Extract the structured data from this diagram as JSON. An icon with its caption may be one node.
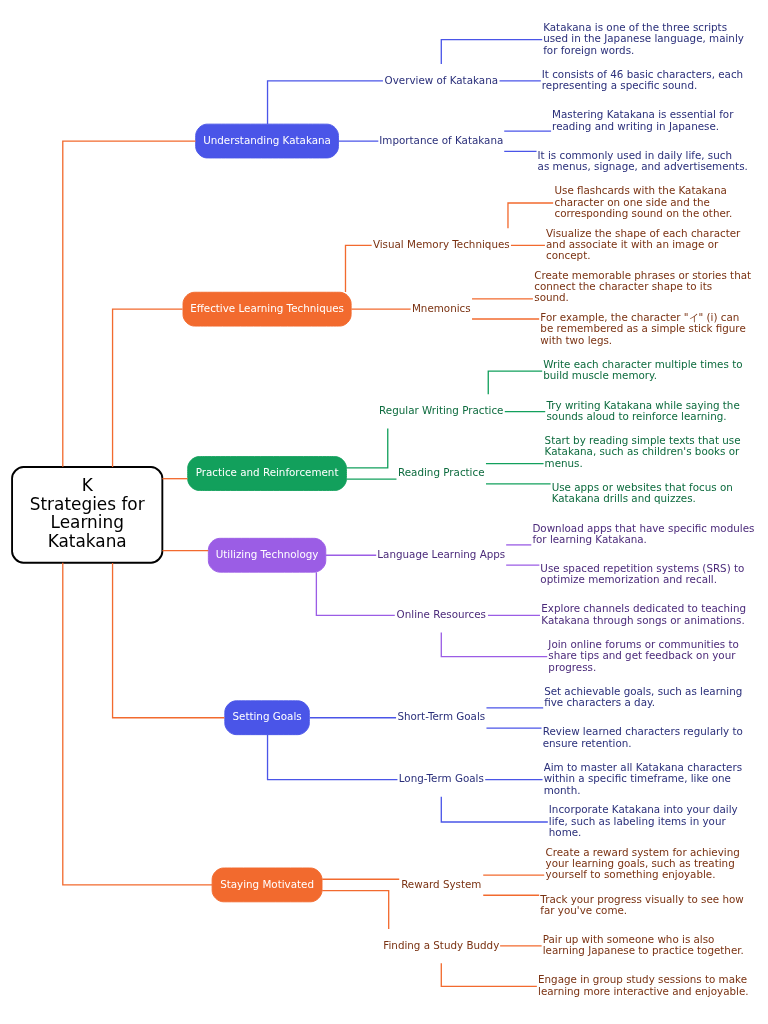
{
  "diagram": {
    "nodes": [
      {
        "text": [
          "K",
          "Strategies for Learning Katakana"
        ]
      },
      {
        "text": [
          "Understanding Katakana"
        ]
      },
      {
        "text": [
          "Overview of Katakana"
        ]
      },
      {
        "text": [
          "Katakana is one of the three scripts used in the Japanese language, mainly for foreign words."
        ]
      },
      {
        "text": [
          "It consists of 46 basic characters, each representing a specific sound."
        ]
      },
      {
        "text": [
          "Importance of Katakana"
        ]
      },
      {
        "text": [
          "Mastering Katakana is essential for reading and writing in Japanese."
        ]
      },
      {
        "text": [
          "It is commonly used in daily life, such as menus, signage, and advertisements."
        ]
      },
      {
        "text": [
          "Effective Learning Techniques"
        ]
      },
      {
        "text": [
          "Visual Memory Techniques"
        ]
      },
      {
        "text": [
          "Use flashcards with the Katakana character on one side and the corresponding sound on the other."
        ]
      },
      {
        "text": [
          "Visualize the shape of each character and associate it with an image or concept."
        ]
      },
      {
        "text": [
          "Mnemonics"
        ]
      },
      {
        "text": [
          "Create memorable phrases or stories that connect the character shape to its sound."
        ]
      },
      {
        "text": [
          "For example, the character \"イ\" (i) can be remembered as a simple stick figure with two legs."
        ]
      },
      {
        "text": [
          "Practice and Reinforcement"
        ]
      },
      {
        "text": [
          "Regular Writing Practice"
        ]
      },
      {
        "text": [
          "Write each character multiple times to build muscle memory."
        ]
      },
      {
        "text": [
          "Try writing Katakana while saying the sounds aloud to reinforce learning."
        ]
      },
      {
        "text": [
          "Reading Practice"
        ]
      },
      {
        "text": [
          "Start by reading simple texts that use Katakana, such as children's books or menus."
        ]
      },
      {
        "text": [
          "Use apps or websites that focus on Katakana drills and quizzes."
        ]
      },
      {
        "text": [
          "Utilizing Technology"
        ]
      },
      {
        "text": [
          "Language Learning Apps"
        ]
      },
      {
        "text": [
          "Download apps that have specific modules for learning Katakana."
        ]
      },
      {
        "text": [
          "Use spaced repetition systems (SRS) to optimize memorization and recall."
        ]
      },
      {
        "text": [
          "Online Resources"
        ]
      },
      {
        "text": [
          "Explore channels dedicated to teaching Katakana through songs or animations."
        ]
      },
      {
        "text": [
          "Join online forums or communities to share tips and get feedback on your progress."
        ]
      },
      {
        "text": [
          "Setting Goals"
        ]
      },
      {
        "text": [
          "Short-Term Goals"
        ]
      },
      {
        "text": [
          "Set achievable goals, such as learning five characters a day."
        ]
      },
      {
        "text": [
          "Review learned characters regularly to ensure retention."
        ]
      },
      {
        "text": [
          "Long-Term Goals"
        ]
      },
      {
        "text": [
          "Aim to master all Katakana characters within a specific timeframe, like one month."
        ]
      },
      {
        "text": [
          "Incorporate Katakana into your daily life, such as labeling items in your home."
        ]
      },
      {
        "text": [
          "Staying Motivated"
        ]
      },
      {
        "text": [
          "Reward System"
        ]
      },
      {
        "text": [
          "Create a reward system for achieving your learning goals, such as treating yourself to something enjoyable."
        ]
      },
      {
        "text": [
          "Track your progress visually to see how far you've come."
        ]
      },
      {
        "text": [
          "Finding a Study Buddy"
        ]
      },
      {
        "text": [
          "Pair up with someone who is also learning Japanese to practice together."
        ]
      },
      {
        "text": [
          "Engage in group study sessions to make learning more interactive and enjoyable."
        ]
      }
    ],
    "edges": [
      {
        "from": 0,
        "to": 1,
        "arrow": "none"
      },
      {
        "from": 1,
        "to": 2,
        "arrow": "none",
        "color": "#4a55e8"
      },
      {
        "from": 2,
        "to": 3,
        "arrow": "none",
        "color": "#4a55e8"
      },
      {
        "from": 2,
        "to": 4,
        "arrow": "none",
        "color": "#4a55e8"
      },
      {
        "from": 1,
        "to": 5,
        "arrow": "none",
        "color": "#4a55e8"
      },
      {
        "from": 5,
        "to": 6,
        "arrow": "none",
        "color": "#4a55e8"
      },
      {
        "from": 5,
        "to": 7,
        "arrow": "none",
        "color": "#4a55e8"
      },
      {
        "from": 0,
        "to": 8,
        "arrow": "none"
      },
      {
        "from": 8,
        "to": 9,
        "arrow": "none"
      },
      {
        "from": 9,
        "to": 10,
        "arrow": "none"
      },
      {
        "from": 9,
        "to": 11,
        "arrow": "none"
      },
      {
        "from": 8,
        "to": 12,
        "arrow": "none"
      },
      {
        "from": 12,
        "to": 13,
        "arrow": "none"
      },
      {
        "from": 12,
        "to": 14,
        "arrow": "none"
      },
      {
        "from": 0,
        "to": 15,
        "arrow": "none"
      },
      {
        "from": 15,
        "to": 16,
        "arrow": "none",
        "color": "#12a05c"
      },
      {
        "from": 16,
        "to": 17,
        "arrow": "none",
        "color": "#12a05c"
      },
      {
        "from": 16,
        "to": 18,
        "arrow": "none",
        "color": "#12a05c"
      },
      {
        "from": 15,
        "to": 19,
        "arrow": "none",
        "color": "#12a05c"
      },
      {
        "from": 19,
        "to": 20,
        "arrow": "none",
        "color": "#12a05c"
      },
      {
        "from": 19,
        "to": 21,
        "arrow": "none",
        "color": "#12a05c"
      },
      {
        "from": 0,
        "to": 22,
        "arrow": "none"
      },
      {
        "from": 22,
        "to": 23,
        "arrow": "none",
        "color": "#9b5de5"
      },
      {
        "from": 23,
        "to": 24,
        "arrow": "none",
        "color": "#9b5de5"
      },
      {
        "from": 23,
        "to": 25,
        "arrow": "none",
        "color": "#9b5de5"
      },
      {
        "from": 22,
        "to": 26,
        "arrow": "none",
        "color": "#9b5de5"
      },
      {
        "from": 26,
        "to": 27,
        "arrow": "none",
        "color": "#9b5de5"
      },
      {
        "from": 26,
        "to": 28,
        "arrow": "none",
        "color": "#9b5de5"
      },
      {
        "from": 0,
        "to": 29,
        "arrow": "none"
      },
      {
        "from": 29,
        "to": 30,
        "arrow": "none",
        "color": "#4a55e8"
      },
      {
        "from": 30,
        "to": 31,
        "arrow": "none",
        "color": "#4a55e8"
      },
      {
        "from": 30,
        "to": 32,
        "arrow": "none",
        "color": "#4a55e8"
      },
      {
        "from": 29,
        "to": 33,
        "arrow": "none",
        "color": "#4a55e8"
      },
      {
        "from": 33,
        "to": 34,
        "arrow": "none",
        "color": "#4a55e8"
      },
      {
        "from": 33,
        "to": 35,
        "arrow": "none",
        "color": "#4a55e8"
      },
      {
        "from": 0,
        "to": 36,
        "arrow": "none"
      },
      {
        "from": 36,
        "to": 37,
        "arrow": "none"
      },
      {
        "from": 37,
        "to": 38,
        "arrow": "none"
      },
      {
        "from": 37,
        "to": 39,
        "arrow": "none"
      },
      {
        "from": 36,
        "to": 40,
        "arrow": "none"
      },
      {
        "from": 40,
        "to": 41,
        "arrow": "none"
      },
      {
        "from": 40,
        "to": 42,
        "arrow": "none"
      }
    ]
  }
}
